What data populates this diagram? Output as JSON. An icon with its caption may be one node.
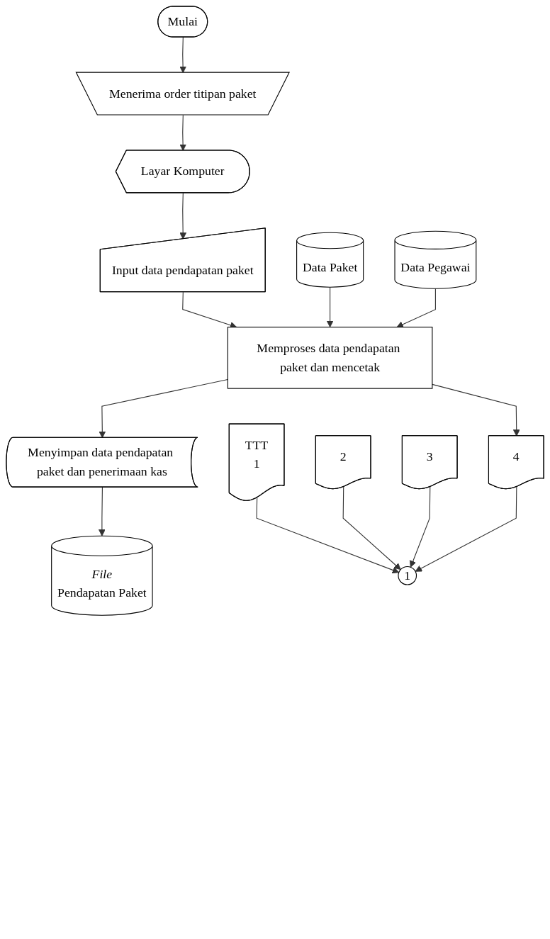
{
  "diagram": {
    "nodes": [
      {
        "text": [
          "Mulai"
        ]
      },
      {
        "text": [
          "Menerima order titipan paket"
        ]
      },
      {
        "text": [
          "Layar Komputer"
        ]
      },
      {
        "text": [
          "Input data pendapatan paket"
        ]
      },
      {
        "text": [
          "Data Paket"
        ]
      },
      {
        "text": [
          "Memproses data pendapatan paket dan mencetak"
        ]
      },
      {
        "text": [
          "Data Pegawai"
        ]
      },
      {
        "text": [
          "Menyimpan data pendapatan paket dan penerimaan kas"
        ]
      },
      {
        "text": [
          "4"
        ]
      },
      {
        "text": [
          "3"
        ]
      },
      {
        "text": [
          "2"
        ]
      },
      {
        "text": [
          "TTT",
          "1"
        ]
      },
      {
        "text": [
          "File",
          "Pendapatan Paket"
        ]
      },
      {
        "text": [
          "1"
        ]
      }
    ],
    "edges": [
      {
        "from": 0,
        "to": 1,
        "arrow": "to"
      },
      {
        "from": 1,
        "to": 2,
        "arrow": "to"
      },
      {
        "from": 2,
        "to": 3,
        "arrow": "to"
      },
      {
        "from": 3,
        "to": 5,
        "arrow": "to"
      },
      {
        "from": 4,
        "to": 5,
        "arrow": "to"
      },
      {
        "from": 6,
        "to": 5,
        "arrow": "to"
      },
      {
        "from": 5,
        "to": 7,
        "arrow": "to"
      },
      {
        "from": 5,
        "to": 8,
        "arrow": "to"
      },
      {
        "from": 7,
        "to": 12,
        "arrow": "to"
      },
      {
        "from": 11,
        "to": 13,
        "arrow": "to"
      },
      {
        "from": 10,
        "to": 13,
        "arrow": "to"
      },
      {
        "from": 9,
        "to": 13,
        "arrow": "to"
      },
      {
        "from": 8,
        "to": 13,
        "arrow": "to"
      }
    ]
  }
}
